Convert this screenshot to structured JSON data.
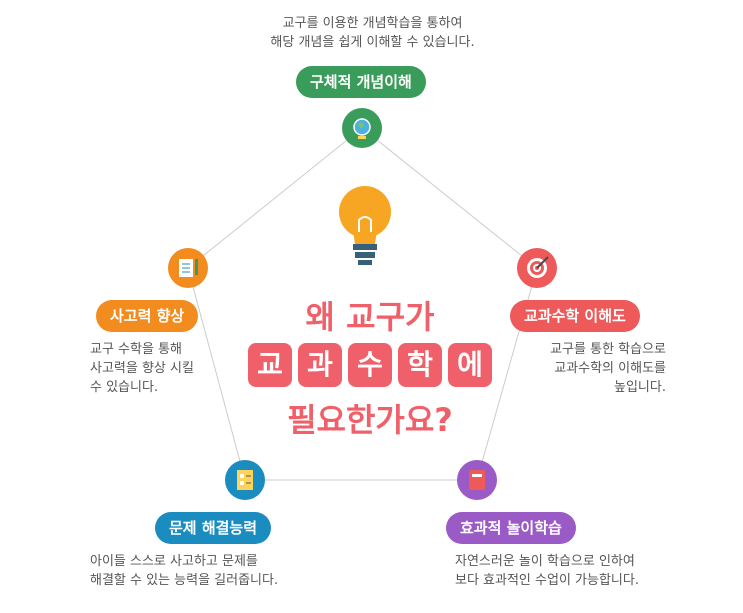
{
  "title": {
    "line1": "왜 교구가",
    "boxes": [
      "교",
      "과",
      "수",
      "학",
      "에"
    ],
    "line3": "필요한가요?"
  },
  "nodes": [
    {
      "label": "구체적 개념이해",
      "desc": "교구를 이용한 개념학습을 통하여\n해당 개념을 쉽게 이해할 수 있습니다.",
      "color": "#3a9c5a",
      "icon": "globe-icon"
    },
    {
      "label": "교과수학 이해도",
      "desc": "교구를 통한 학습으로\n교과수학의 이해도를\n높입니다.",
      "color": "#ee5a5a",
      "icon": "target-icon"
    },
    {
      "label": "효과적 놀이학습",
      "desc": "자연스러운 놀이 학습으로 인하여\n보다 효과적인 수업이 가능합니다.",
      "color": "#9b5bc6",
      "icon": "book-icon"
    },
    {
      "label": "문제 해결능력",
      "desc": "아이들 스스로 사고하고 문제를\n해결할 수 있는 능력을 길러줍니다.",
      "color": "#1b8cc0",
      "icon": "checklist-icon"
    },
    {
      "label": "사고력 향상",
      "desc": "교구 수학을 통해\n사고력을 향상 시킬\n수 있습니다.",
      "color": "#f28c1e",
      "icon": "notepad-icon"
    }
  ]
}
